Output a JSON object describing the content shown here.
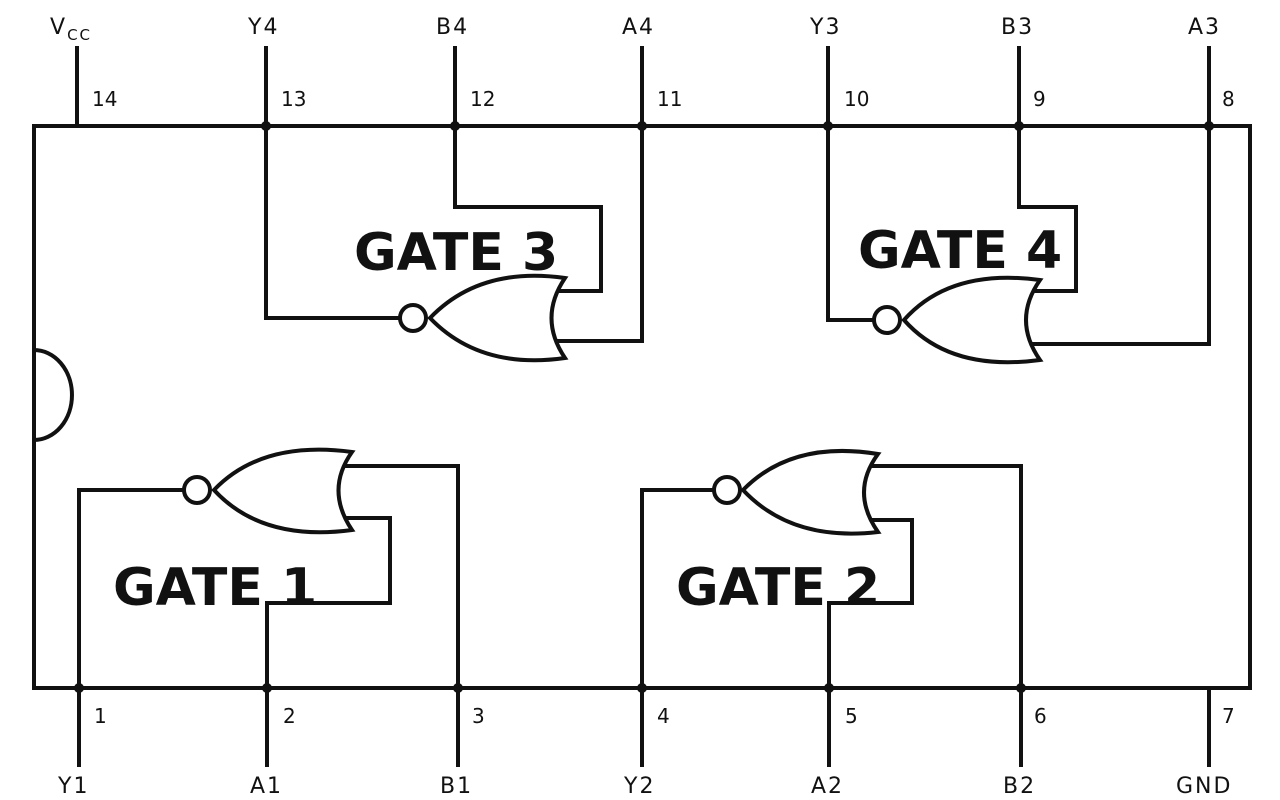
{
  "colors": {
    "ink": "#111111",
    "background": "#ffffff"
  },
  "top_pins": [
    {
      "name": "V",
      "subscript": "CC",
      "number": "14"
    },
    {
      "name": "Y4",
      "number": "13"
    },
    {
      "name": "B4",
      "number": "12"
    },
    {
      "name": "A4",
      "number": "11"
    },
    {
      "name": "Y3",
      "number": "10"
    },
    {
      "name": "B3",
      "number": "9"
    },
    {
      "name": "A3",
      "number": "8"
    }
  ],
  "bottom_pins": [
    {
      "name": "Y1",
      "number": "1"
    },
    {
      "name": "A1",
      "number": "2"
    },
    {
      "name": "B1",
      "number": "3"
    },
    {
      "name": "Y2",
      "number": "4"
    },
    {
      "name": "A2",
      "number": "5"
    },
    {
      "name": "B2",
      "number": "6"
    },
    {
      "name": "GND",
      "number": "7"
    }
  ],
  "gates": [
    {
      "label": "GATE 1",
      "type": "NOR"
    },
    {
      "label": "GATE 2",
      "type": "NOR"
    },
    {
      "label": "GATE 3",
      "type": "NOR"
    },
    {
      "label": "GATE 4",
      "type": "NOR"
    }
  ]
}
